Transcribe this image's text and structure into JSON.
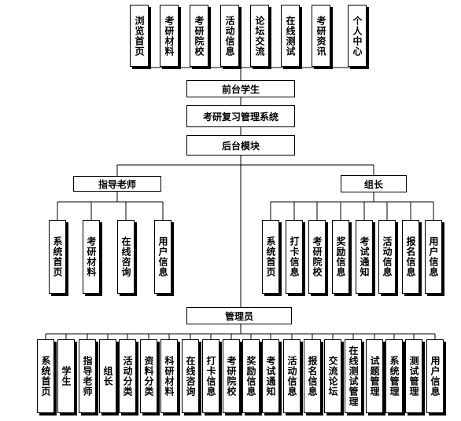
{
  "front": {
    "title": "前台学生",
    "modules": [
      "浏览首页",
      "考研材料",
      "考研院校",
      "活动信息",
      "论坛交流",
      "在线测试",
      "考研资讯",
      "个人中心"
    ]
  },
  "system": {
    "title": "考研复习管理系统"
  },
  "backend": {
    "title": "后台模块"
  },
  "teacher": {
    "title": "指导老师",
    "modules": [
      "系统首页",
      "考研材料",
      "在线咨询",
      "用户信息"
    ]
  },
  "leader": {
    "title": "组长",
    "modules": [
      "系统首页",
      "打卡信息",
      "考研院校",
      "奖励信息",
      "考试通知",
      "活动信息",
      "报名信息",
      "用户信息"
    ]
  },
  "admin": {
    "title": "管理员",
    "modules": [
      "系统首页",
      "学生",
      "指导老师",
      "组长",
      "活动分类",
      "资料分类",
      "科研材料",
      "在线咨询",
      "打卡信息",
      "考研院校",
      "奖励信息",
      "考试通知",
      "活动信息",
      "报名信息",
      "交流论坛",
      "在线测试管理",
      "试题管理",
      "系统管理",
      "测试管理",
      "用户信息"
    ]
  }
}
